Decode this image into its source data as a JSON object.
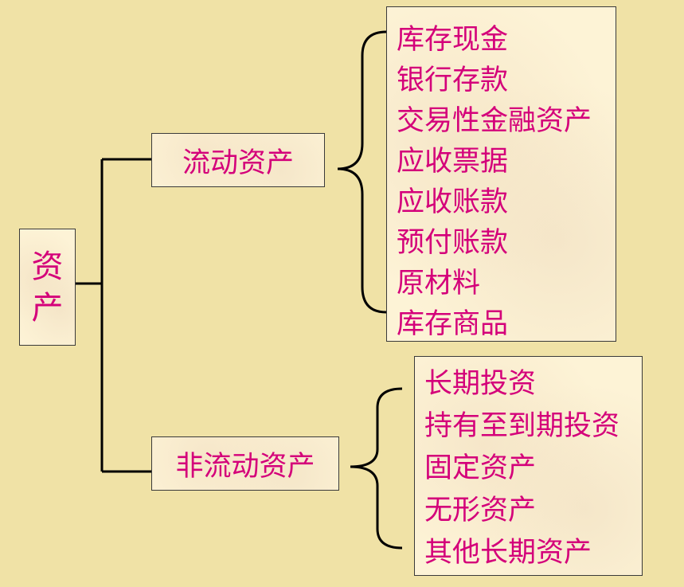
{
  "root": {
    "label_line1": "资",
    "label_line2": "产"
  },
  "current_assets": {
    "label": "流动资产",
    "items": [
      "库存现金",
      "银行存款",
      "交易性金融资产",
      "应收票据",
      "应收账款",
      "预付账款",
      "原材料",
      "库存商品"
    ]
  },
  "non_current_assets": {
    "label": "非流动资产",
    "items": [
      "长期投资",
      "持有至到期投资",
      "固定资产",
      "无形资产",
      "其他长期资产"
    ]
  },
  "colors": {
    "text": "#d4007a",
    "background": "#f0e2a6",
    "box": "#fdf3d6",
    "line": "#000000"
  }
}
